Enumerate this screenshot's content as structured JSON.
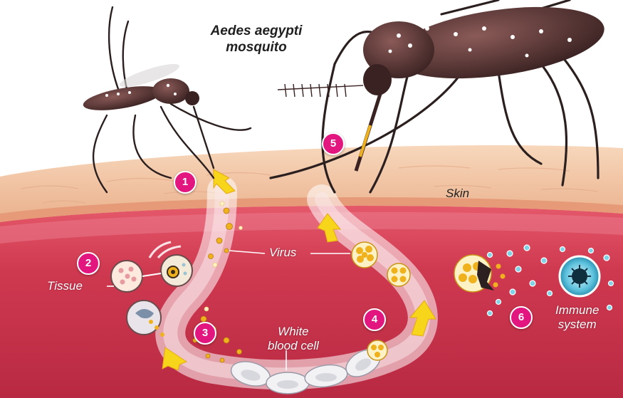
{
  "title": {
    "line1": "Aedes aegypti",
    "line2": "mosquito"
  },
  "labels": {
    "skin": "Skin",
    "tissue": "Tissue",
    "virus": "Virus",
    "white_blood_cell_line1": "White",
    "white_blood_cell_line2": "blood cell",
    "immune_system_line1": "Immune",
    "immune_system_line2": "system"
  },
  "steps": [
    "1",
    "2",
    "3",
    "4",
    "5",
    "6"
  ],
  "colors": {
    "step_badge": "#e3167f",
    "skin": "#f3c29e",
    "tissue_bg": "#c8324c",
    "virus": "#f0b21c",
    "arrow": "#f7d51a",
    "immune_cell": "#7fd3e6"
  }
}
